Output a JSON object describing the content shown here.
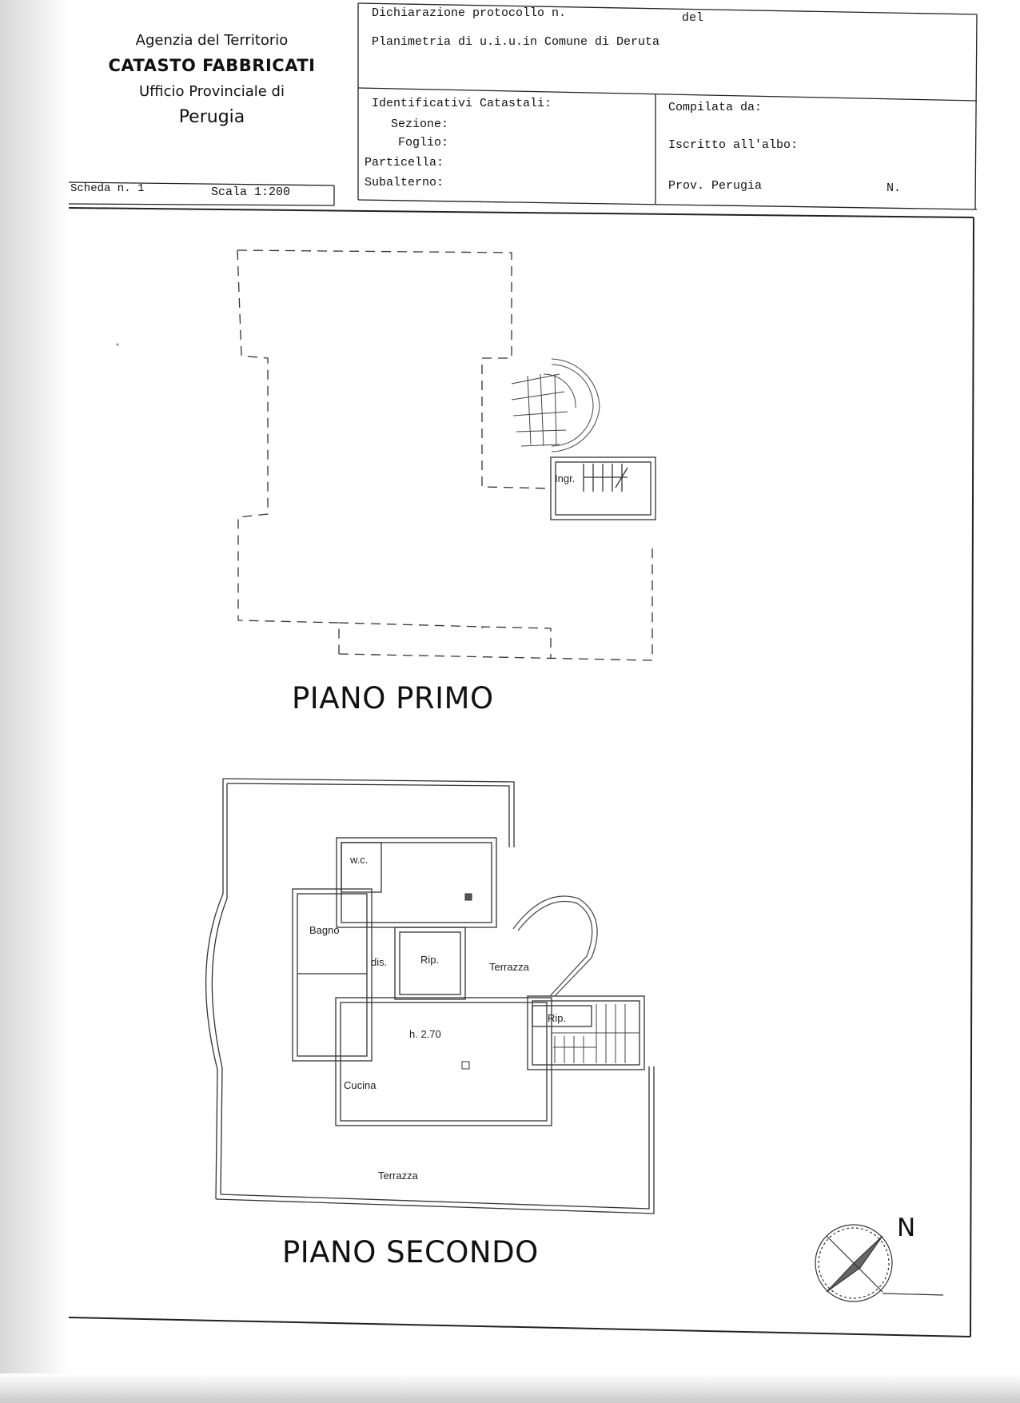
{
  "office": {
    "line1": "Agenzia del Territorio",
    "line2": "CATASTO FABBRICATI",
    "line3": "Ufficio Provinciale di",
    "line4": "Perugia"
  },
  "header": {
    "protocol_label": "Dichiarazione protocollo n.",
    "del_label": "del",
    "plan_label": "Planimetria di u.i.u.in Comune di Deruta",
    "cadastral_title": "Identificativi Catastali:",
    "sezione": "Sezione:",
    "foglio": "Foglio:",
    "particella": "Particella:",
    "subalterno": "Subalterno:",
    "compilata": "Compilata da:",
    "iscritto": "Iscritto all'albo:",
    "prov": "Prov. Perugia",
    "n": "N.",
    "scheda": "Scheda n. 1",
    "scala": "Scala 1:200"
  },
  "floors": {
    "first": {
      "title": "PIANO PRIMO",
      "rooms": {
        "ingresso": "Ingr."
      }
    },
    "second": {
      "title": "PIANO SECONDO",
      "rooms": {
        "wc": "w.c.",
        "bagno": "Bagno",
        "dis": "dis.",
        "rip1": "Rip.",
        "terrazza1": "Terrazza",
        "rip2": "Rip.",
        "height": "h. 2.70",
        "cucina": "Cucina",
        "terrazza2": "Terrazza"
      }
    }
  },
  "compass": {
    "label": "N"
  }
}
